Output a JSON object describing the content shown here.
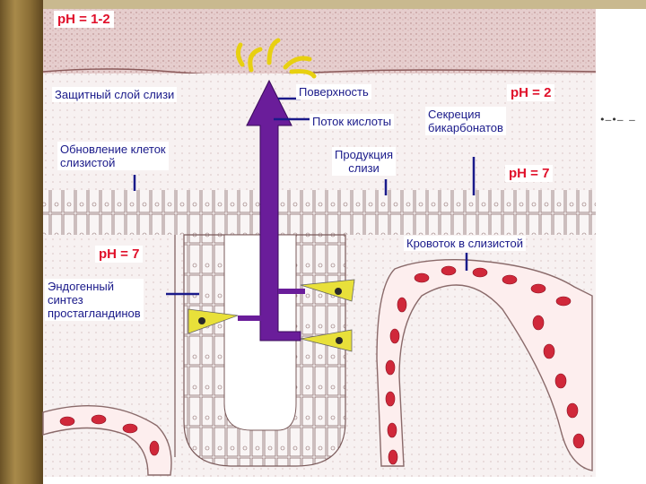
{
  "labels": {
    "ph_top": "pH = 1-2",
    "protective_layer": "Защитный слой слизи",
    "surface": "Поверхность",
    "acid_flow": "Поток кислоты",
    "ph_2": "pH = 2",
    "bicarbonate_secretion": "Секреция\nбикарбонатов",
    "cell_renewal": "Обновление клеток\nслизистой",
    "mucus_production": "Продукция\nслизи",
    "ph_7_right": "pH = 7",
    "mucosal_blood_flow": "Кровоток в слизистой",
    "ph_7_left": "pH = 7",
    "prostaglandins": "Эндогенный\nсинтез\nпростагландинов"
  },
  "nav_mark": "•–•– –",
  "colors": {
    "label_text": "#1a1a8a",
    "ph_text": "#e0102a",
    "acid_arrow": "#6a1d9a",
    "mucus_layer": "#d8b8b8",
    "parietal_cells": "#e8e03a",
    "red_cells": "#d0283a"
  }
}
